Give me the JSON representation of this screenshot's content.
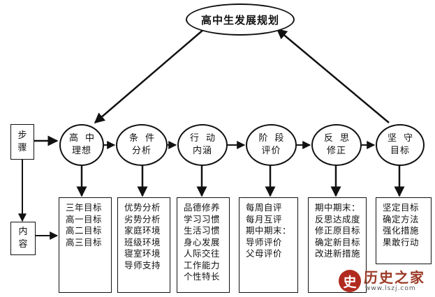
{
  "top": {
    "label": "高中生发展规划"
  },
  "side": [
    {
      "lines": [
        "步",
        "骤"
      ]
    },
    {
      "lines": [
        "内",
        "容"
      ]
    }
  ],
  "steps": [
    {
      "l1": "高中",
      "l2": "理想"
    },
    {
      "l1": "条件",
      "l2": "分析"
    },
    {
      "l1": "行动",
      "l2": "内涵"
    },
    {
      "l1": "阶段",
      "l2": "评价"
    },
    {
      "l1": "反思",
      "l2": "修正"
    },
    {
      "l1": "坚守",
      "l2": "目标"
    }
  ],
  "contents": [
    {
      "items": [
        "三年目标",
        "高一目标",
        "高二目标",
        "高三目标"
      ]
    },
    {
      "items": [
        "优势分析",
        "劣势分析",
        "家庭环境",
        "班级环境",
        "寝室环境",
        "导师支持"
      ]
    },
    {
      "items": [
        "品德修养",
        "学习习惯",
        "生活习惯",
        "身心发展",
        "人际交往",
        "工作能力",
        "个性特长"
      ]
    },
    {
      "items": [
        "每周自评",
        "每月互评",
        "期中期末：",
        "导师评价",
        "父母评价"
      ]
    },
    {
      "items": [
        "期中期末：",
        "反思达成度",
        "修正原目标",
        "确定新目标",
        "改进新措施"
      ]
    },
    {
      "items": [
        "坚定目标",
        "确定方法",
        "强化措施",
        "果敢行动"
      ]
    }
  ],
  "watermark": {
    "logo_char": "史",
    "name": "历史之家",
    "url": "www.lszj.com"
  }
}
